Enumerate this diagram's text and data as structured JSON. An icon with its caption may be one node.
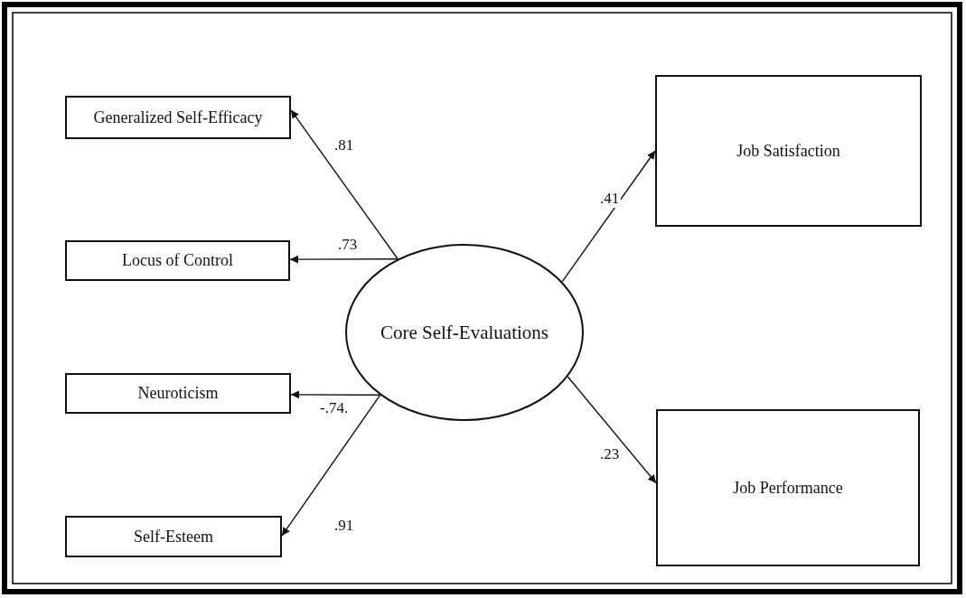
{
  "diagram": {
    "nodes": [
      {
        "text": [
          "Generalized Self-Efficacy"
        ]
      },
      {
        "text": [
          "Locus of Control"
        ]
      },
      {
        "text": [
          "Neuroticism"
        ]
      },
      {
        "text": [
          "Self-Esteem"
        ]
      },
      {
        "text": [
          "Core Self-Evaluations"
        ]
      },
      {
        "text": [
          "Job Satisfaction"
        ]
      },
      {
        "text": [
          "Job Performance"
        ]
      }
    ],
    "edges": [
      {
        "from": 4,
        "to": 0,
        "arrow": "to",
        "label": ".81"
      },
      {
        "from": 4,
        "to": 1,
        "arrow": "to",
        "label": ".73"
      },
      {
        "from": 4,
        "to": 2,
        "arrow": "to",
        "label": "-.74."
      },
      {
        "from": 4,
        "to": 3,
        "arrow": "to",
        "label": ".91"
      },
      {
        "from": 4,
        "to": 5,
        "arrow": "to",
        "label": ".41"
      },
      {
        "from": 4,
        "to": 6,
        "arrow": "to",
        "label": ".23"
      }
    ]
  }
}
